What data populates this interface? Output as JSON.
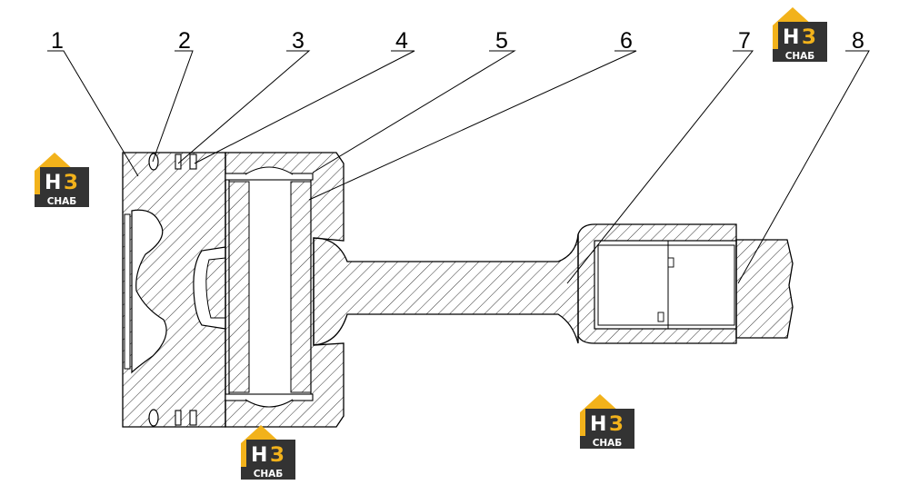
{
  "callouts": [
    {
      "id": "1",
      "label": "1"
    },
    {
      "id": "2",
      "label": "2"
    },
    {
      "id": "3",
      "label": "3"
    },
    {
      "id": "4",
      "label": "4"
    },
    {
      "id": "5",
      "label": "5"
    },
    {
      "id": "6",
      "label": "6"
    },
    {
      "id": "7",
      "label": "7"
    },
    {
      "id": "8",
      "label": "8"
    }
  ],
  "watermark": {
    "mark": "НЗ",
    "caption": "СНАБ",
    "colors": {
      "house": "#f2b21b",
      "body": "#333333",
      "text": "#ffffff"
    }
  },
  "colors": {
    "line": "#000000",
    "hatch": "#000000",
    "background": "#ffffff"
  }
}
